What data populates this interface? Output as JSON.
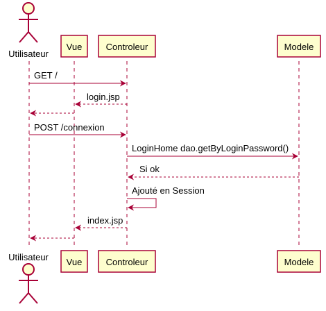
{
  "colors": {
    "arrow": "#A80036",
    "box_fill": "#FEFECE",
    "box_stroke": "#A80036",
    "text": "#000000"
  },
  "participants": {
    "utilisateur": {
      "label": "Utilisateur",
      "kind": "actor"
    },
    "vue": {
      "label": "Vue",
      "kind": "participant"
    },
    "controleur": {
      "label": "Controleur",
      "kind": "participant"
    },
    "modele": {
      "label": "Modele",
      "kind": "participant"
    }
  },
  "messages": [
    {
      "from": "utilisateur",
      "to": "controleur",
      "label": "GET /",
      "style": "solid"
    },
    {
      "from": "controleur",
      "to": "vue",
      "label": "login.jsp",
      "style": "dashed"
    },
    {
      "from": "vue",
      "to": "utilisateur",
      "label": "",
      "style": "dashed"
    },
    {
      "from": "utilisateur",
      "to": "controleur",
      "label": "POST /connexion",
      "style": "solid"
    },
    {
      "from": "controleur",
      "to": "modele",
      "label": "LoginHome dao.getByLoginPassword()",
      "style": "solid"
    },
    {
      "from": "modele",
      "to": "controleur",
      "label": "Si ok",
      "style": "dashed"
    },
    {
      "from": "controleur",
      "to": "controleur",
      "label": "Ajouté en Session",
      "style": "solid"
    },
    {
      "from": "controleur",
      "to": "vue",
      "label": "index.jsp",
      "style": "dashed"
    },
    {
      "from": "vue",
      "to": "utilisateur",
      "label": "",
      "style": "dashed"
    }
  ]
}
